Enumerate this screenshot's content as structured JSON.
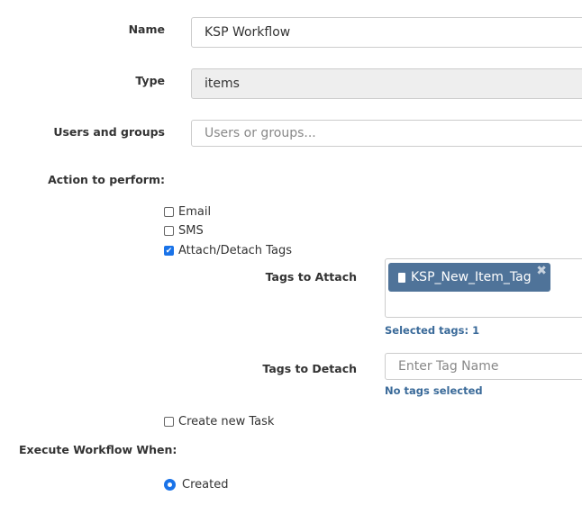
{
  "form": {
    "name_label": "Name",
    "name_value": "KSP Workflow",
    "type_label": "Type",
    "type_value": "items",
    "users_label": "Users and groups",
    "users_placeholder": "Users or groups...",
    "action_label": "Action to perform:",
    "actions": [
      {
        "label": "Email",
        "checked": false
      },
      {
        "label": "SMS",
        "checked": false
      },
      {
        "label": "Attach/Detach Tags",
        "checked": true
      }
    ],
    "tags_attach_label": "Tags to Attach",
    "attached_tags": [
      {
        "label": "KSP_New_Item_Tag",
        "icon": "document-icon"
      }
    ],
    "selected_tags_text": "Selected tags: 1",
    "tags_detach_label": "Tags to Detach",
    "tags_detach_placeholder": "Enter Tag Name",
    "no_tags_text": "No tags selected",
    "create_task": {
      "label": "Create new Task",
      "checked": false
    },
    "execute_label": "Execute Workflow When:",
    "execute_options": [
      {
        "label": "Created",
        "selected": true
      }
    ]
  },
  "colors": {
    "chip": "#4f7399",
    "link": "#3a6a99",
    "check": "#1a73e8"
  }
}
